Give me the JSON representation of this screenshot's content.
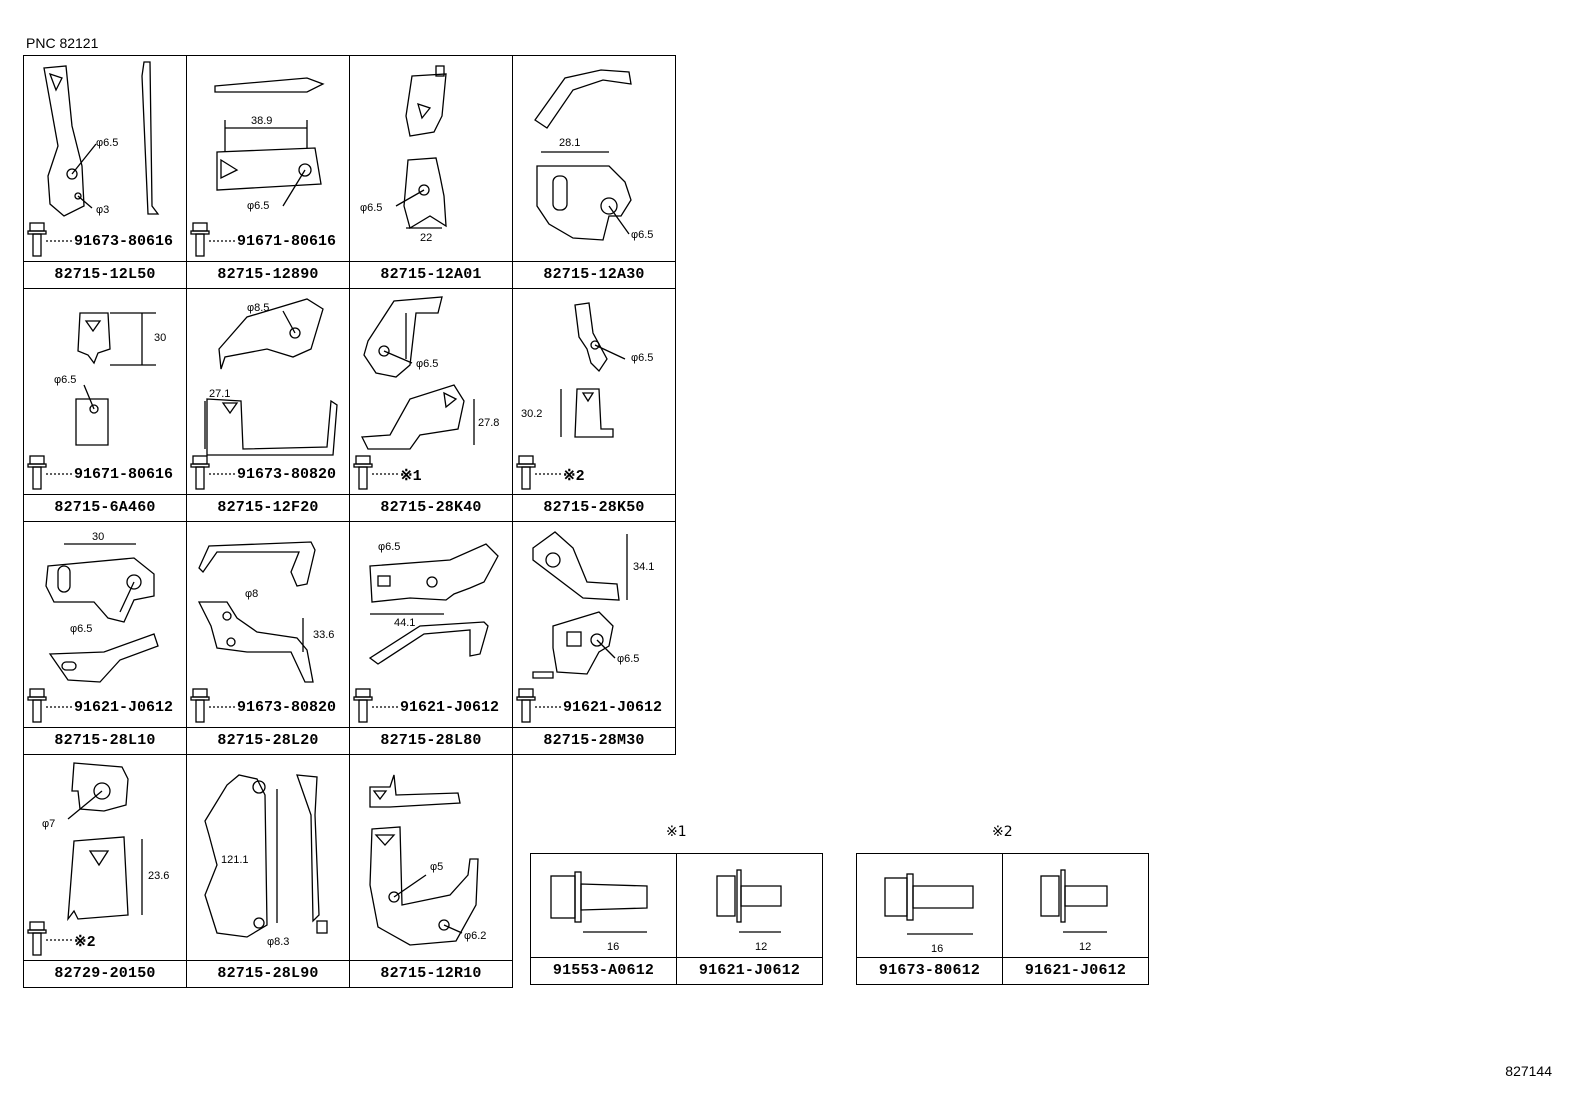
{
  "pnc": "PNC 82121",
  "ref_code": "827144",
  "cells": [
    {
      "part": "82715-12L50",
      "bolt": "91673-80616",
      "dims": [
        "φ6.5",
        "φ3"
      ]
    },
    {
      "part": "82715-12890",
      "bolt": "91671-80616",
      "dims": [
        "38.9",
        "φ6.5"
      ]
    },
    {
      "part": "82715-12A01",
      "bolt": "",
      "dims": [
        "φ6.5",
        "22"
      ]
    },
    {
      "part": "82715-12A30",
      "bolt": "",
      "dims": [
        "28.1",
        "φ6.5"
      ]
    },
    {
      "part": "82715-6A460",
      "bolt": "91671-80616",
      "dims": [
        "30",
        "φ6.5"
      ]
    },
    {
      "part": "82715-12F20",
      "bolt": "91673-80820",
      "dims": [
        "φ8.5",
        "27.1"
      ]
    },
    {
      "part": "82715-28K40",
      "bolt": "※1",
      "dims": [
        "φ6.5",
        "27.8"
      ]
    },
    {
      "part": "82715-28K50",
      "bolt": "※2",
      "dims": [
        "φ6.5",
        "30.2"
      ]
    },
    {
      "part": "82715-28L10",
      "bolt": "91621-J0612",
      "dims": [
        "30",
        "φ6.5"
      ]
    },
    {
      "part": "82715-28L20",
      "bolt": "91673-80820",
      "dims": [
        "φ8",
        "33.6"
      ]
    },
    {
      "part": "82715-28L80",
      "bolt": "91621-J0612",
      "dims": [
        "φ6.5",
        "44.1"
      ]
    },
    {
      "part": "82715-28M30",
      "bolt": "91621-J0612",
      "dims": [
        "34.1",
        "φ6.5"
      ]
    },
    {
      "part": "82729-20150",
      "bolt": "※2",
      "dims": [
        "φ7",
        "23.6"
      ]
    },
    {
      "part": "82715-28L90",
      "bolt": "",
      "dims": [
        "121.1",
        "φ8.3"
      ]
    },
    {
      "part": "82715-12R10",
      "bolt": "",
      "dims": [
        "φ5",
        "φ6.2"
      ]
    }
  ],
  "kits": [
    {
      "label": "※1",
      "items": [
        {
          "part": "91553-A0612",
          "dim": "16"
        },
        {
          "part": "91621-J0612",
          "dim": "12"
        }
      ]
    },
    {
      "label": "※2",
      "items": [
        {
          "part": "91673-80612",
          "dim": "16"
        },
        {
          "part": "91621-J0612",
          "dim": "12"
        }
      ]
    }
  ]
}
